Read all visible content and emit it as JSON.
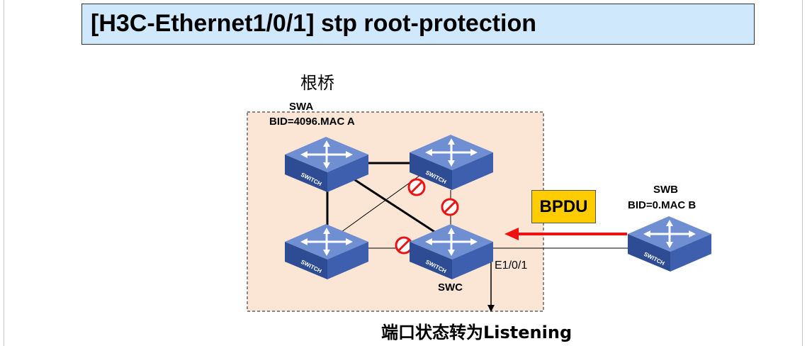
{
  "title": "[H3C-Ethernet1/0/1] stp root-protection",
  "root_bridge_label": "根桥",
  "swa": {
    "name": "SWA",
    "bid": "BID=4096.MAC A"
  },
  "swb": {
    "name": "SWB",
    "bid": "BID=0.MAC B"
  },
  "swc": {
    "name": "SWC"
  },
  "port_label": "E1/0/1",
  "bpdu_label": "BPDU",
  "switch_text": "SWITCH",
  "status_text": "端口状态转为Listening",
  "colors": {
    "title_bg": "#cfe8fb",
    "area_bg": "#fbe6d6",
    "switch_blue": "#3d5fae",
    "bpdu_bg": "#ffcc00",
    "arrow_red": "#ee1111",
    "block_red": "#ee1111"
  }
}
